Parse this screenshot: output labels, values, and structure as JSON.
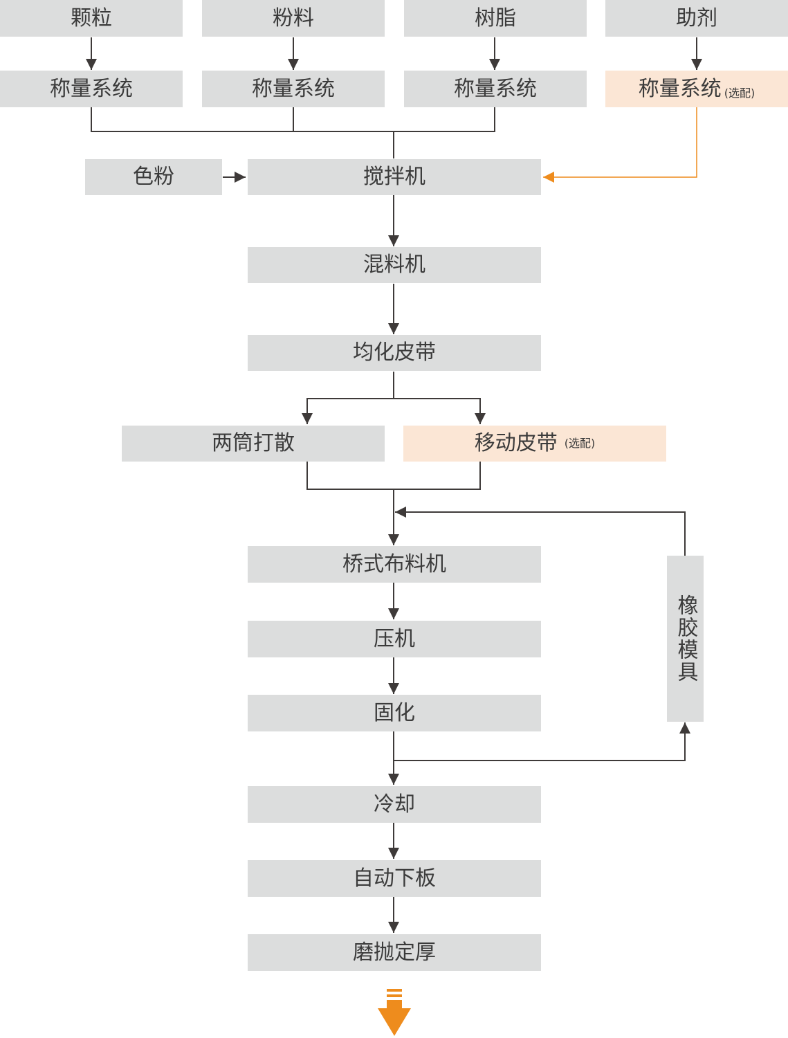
{
  "inputs": {
    "granules": "颗粒",
    "powder": "粉料",
    "resin": "树脂",
    "additive": "助剂"
  },
  "weighing": {
    "label": "称量系统",
    "optional_note": "(选配)"
  },
  "steps": {
    "pigment": "色粉",
    "stirrer": "搅拌机",
    "mixer": "混料机",
    "homogenizing_belt": "均化皮带",
    "two_drum_breakup": "两筒打散",
    "mobile_belt": "移动皮带",
    "mobile_belt_note": "(选配)",
    "bridge_distributor": "桥式布料机",
    "press": "压机",
    "curing": "固化",
    "rubber_mold": "橡胶模具",
    "cooling": "冷却",
    "auto_unloading": "自动下板",
    "grinding_polishing": "磨抛定厚"
  },
  "colors": {
    "box": "#dcdddd",
    "optional_box": "#fbe6d5",
    "line": "#3e3a39",
    "accent": "#ee8c1d",
    "text": "#3b3b3b"
  }
}
